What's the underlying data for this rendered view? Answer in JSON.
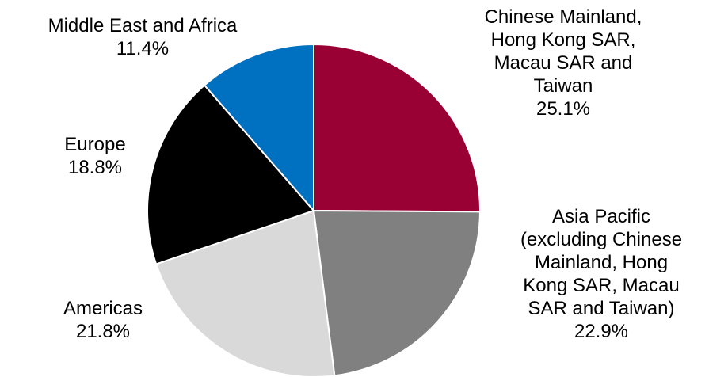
{
  "chart_data": {
    "type": "pie",
    "title": "",
    "slices": [
      {
        "name": "Chinese Mainland,\nHong Kong SAR,\nMacau SAR and\nTaiwan",
        "value": 25.1,
        "label": "25.1%",
        "color": "#990033"
      },
      {
        "name": "Asia Pacific\n(excluding Chinese\nMainland, Hong\nKong SAR, Macau\nSAR and Taiwan)",
        "value": 22.9,
        "label": "22.9%",
        "color": "#808080"
      },
      {
        "name": "Americas",
        "value": 21.8,
        "label": "21.8%",
        "color": "#d9d9d9"
      },
      {
        "name": "Europe",
        "value": 18.8,
        "label": "18.8%",
        "color": "#000000"
      },
      {
        "name": "Middle East and Africa",
        "value": 11.4,
        "label": "11.4%",
        "color": "#0070c0"
      }
    ],
    "start_angle": "12 o'clock",
    "direction": "clockwise",
    "slice_border_color": "#ffffff",
    "legend": "none"
  }
}
